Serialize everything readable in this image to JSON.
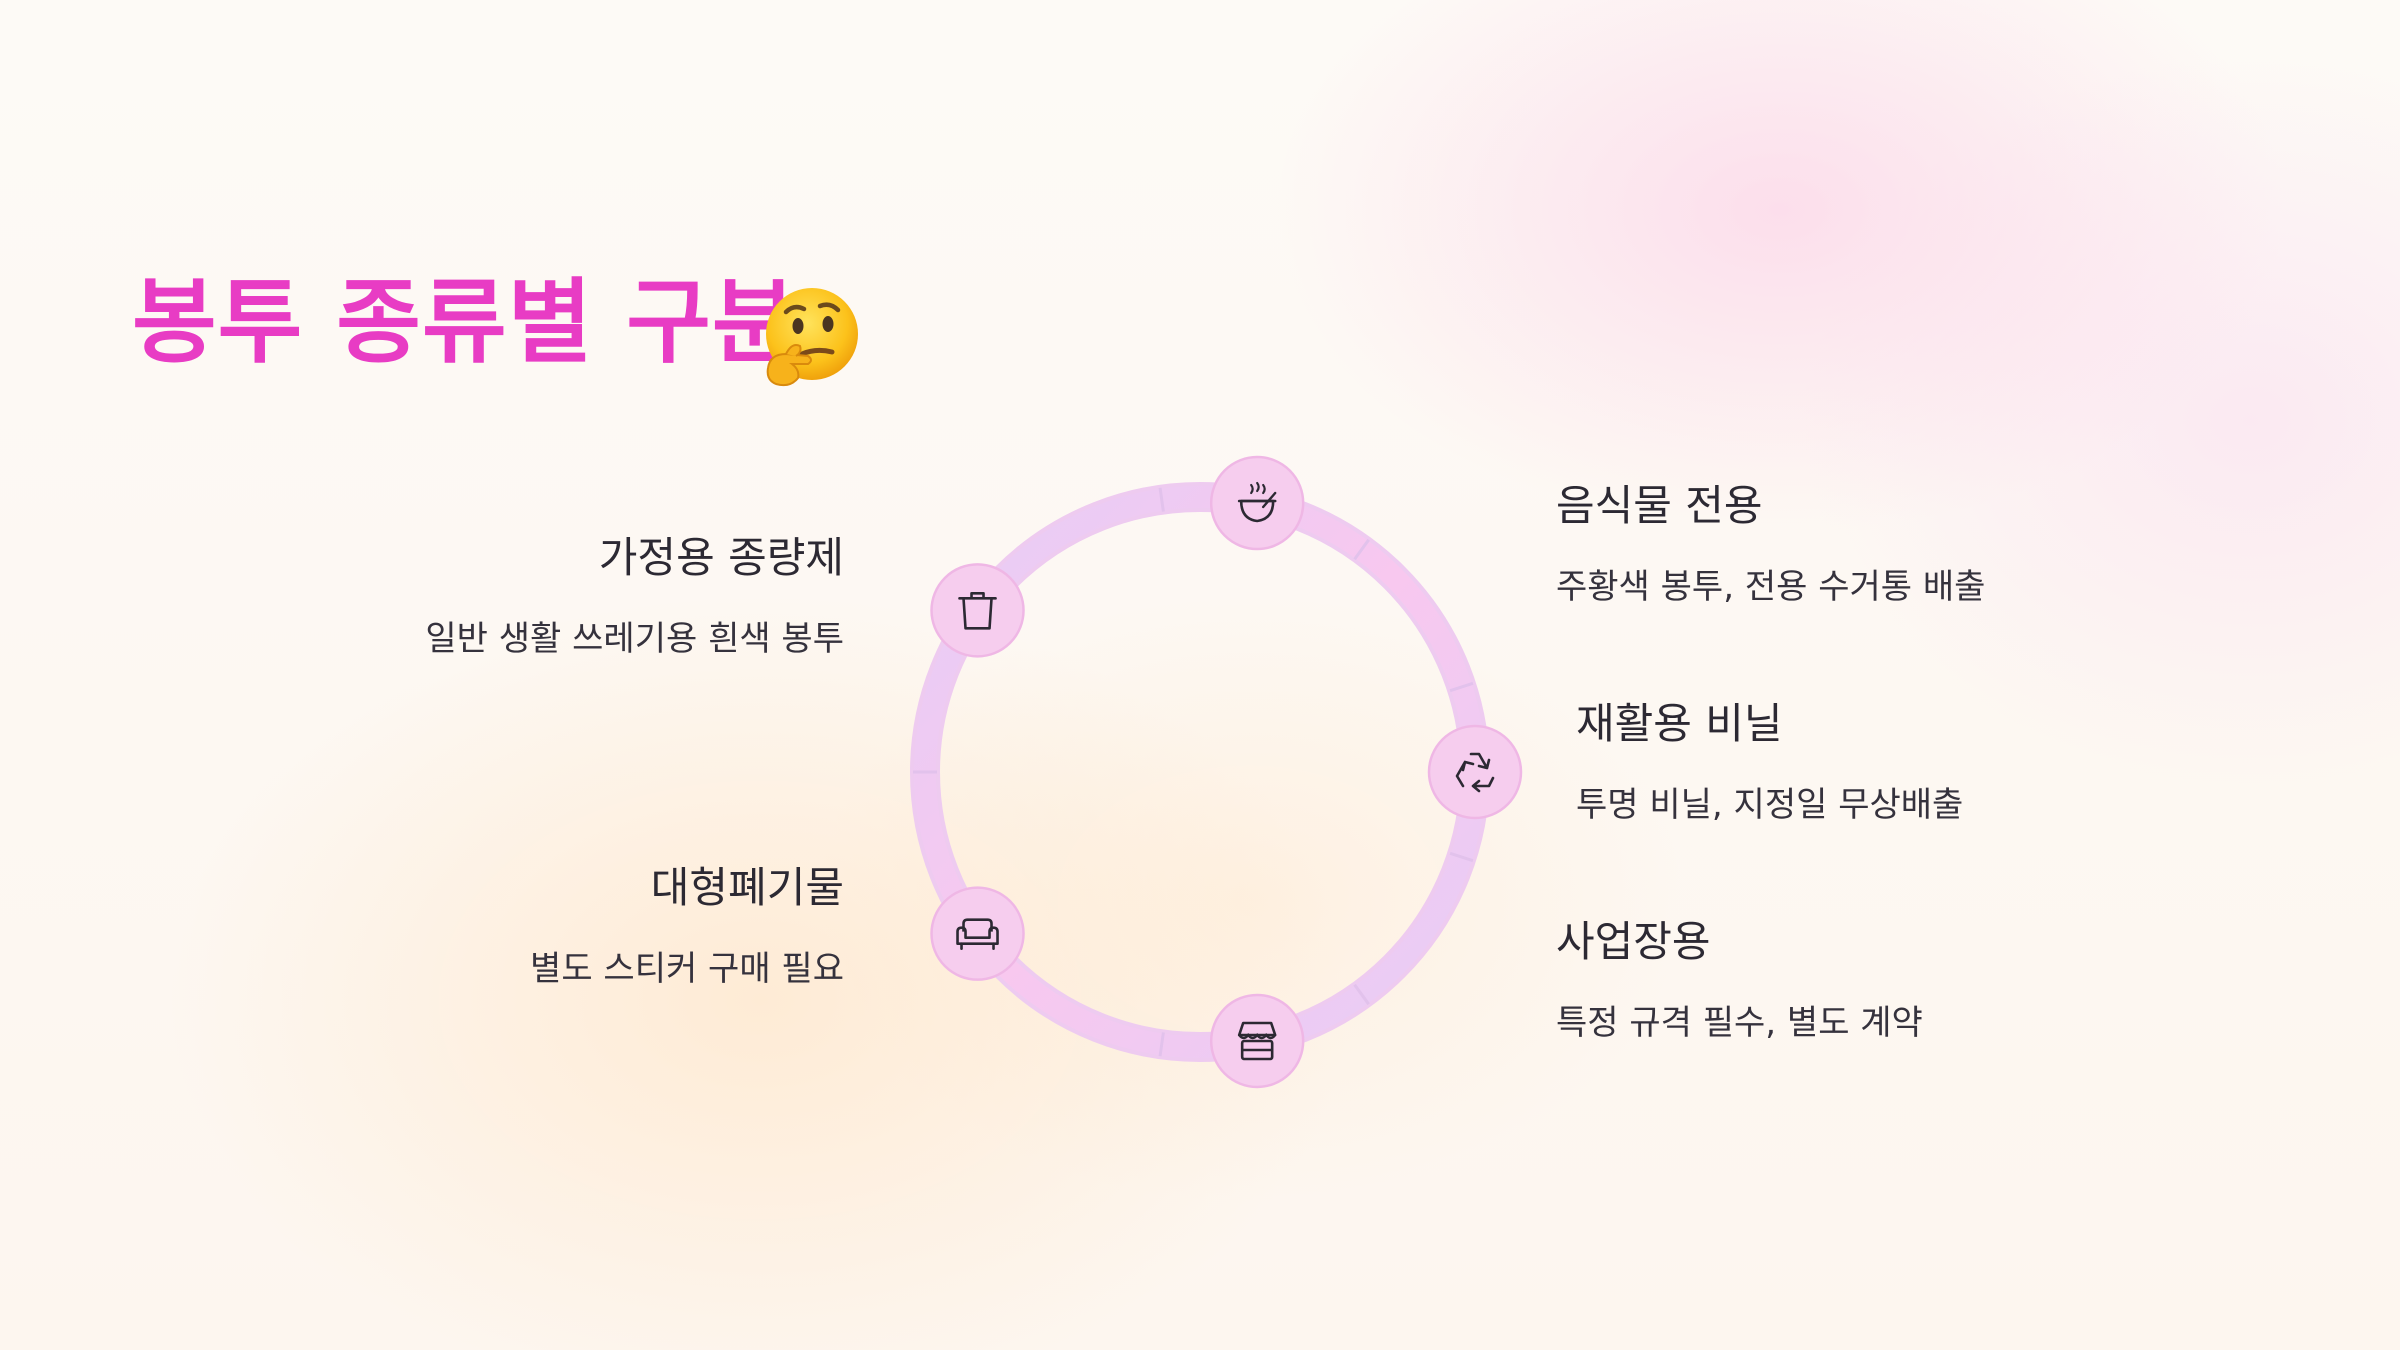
{
  "title": "봉투 종류별 구분",
  "title_emoji": "thinking-face",
  "colors": {
    "title": "#e83cc4",
    "ring_pink": "#f8c8ef",
    "ring_lavender": "#e6cdf6",
    "node_fill": "#f6cdee",
    "text": "#2c2933"
  },
  "items": [
    {
      "heading": "음식물 전용",
      "description": "주황색 봉투, 전용 수거통 배출",
      "icon": "food-bowl-icon"
    },
    {
      "heading": "재활용 비닐",
      "description": "투명 비닐, 지정일 무상배출",
      "icon": "recycle-icon"
    },
    {
      "heading": "사업장용",
      "description": "특정 규격 필수, 별도 계약",
      "icon": "store-icon"
    },
    {
      "heading": "대형폐기물",
      "description": "별도 스티커 구매 필요",
      "icon": "sofa-icon"
    },
    {
      "heading": "가정용 종량제",
      "description": "일반 생활 쓰레기용 흰색 봉투",
      "icon": "trash-can-icon"
    }
  ]
}
